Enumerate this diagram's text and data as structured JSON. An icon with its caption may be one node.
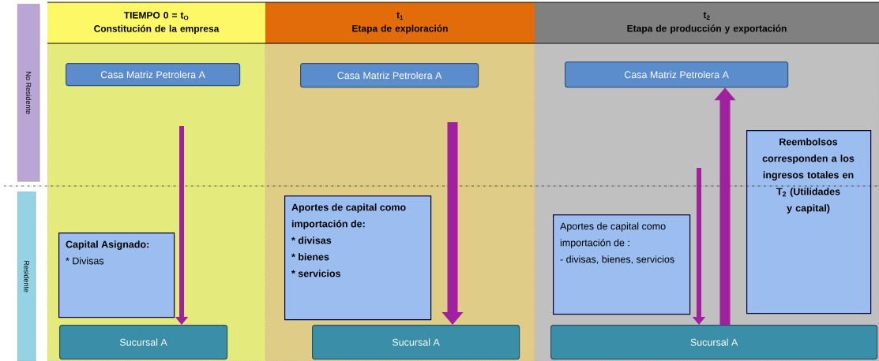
{
  "diagram": {
    "nodes": [
      {
        "text": [
          "No Residente"
        ]
      },
      {
        "text": [
          "Residente"
        ]
      },
      {
        "text": [
          "TIEMPO 0 = t$_{O}$",
          "Constitución de la empresa"
        ]
      },
      {
        "text": [
          "Casa Matriz Petrolera A"
        ],
        "in": 2
      },
      {
        "text": [
          "Capital Asignado:",
          "* Divisas"
        ],
        "in": 2
      },
      {
        "text": [
          "Sucursal  A"
        ],
        "in": 2
      },
      {
        "text": [
          "t$_{1}$",
          "Etapa de exploración"
        ]
      },
      {
        "text": [
          "Casa Matriz Petrolera A"
        ],
        "in": 6
      },
      {
        "text": [
          "Aportes de capital como importación de:",
          "* divisas",
          "* bienes",
          "* servicios"
        ],
        "in": 6
      },
      {
        "text": [
          "Sucursal  A"
        ],
        "in": 6
      },
      {
        "text": [
          "t$_{2}$",
          "Etapa de producción y exportación"
        ]
      },
      {
        "text": [
          "Casa Matriz Petrolera A"
        ],
        "in": 10
      },
      {
        "text": [
          "Aportes de capital como importación de :",
          "- divisas, bienes, servicios"
        ],
        "in": 10
      },
      {
        "text": [
          "Reembolsos corresponden a los ingresos totales en T$_{2}$ (Utilidades y capital)"
        ],
        "in": 10
      },
      {
        "text": [
          "Sucursal  A"
        ],
        "in": 10
      }
    ],
    "edges": [
      {
        "from": null,
        "to": 5,
        "arrow": "to"
      },
      {
        "from": null,
        "to": 9,
        "arrow": "to",
        "style": "thick"
      },
      {
        "from": null,
        "to": 14,
        "arrow": "to"
      },
      {
        "from": 14,
        "to": 11,
        "arrow": "to",
        "style": "thick"
      }
    ]
  }
}
